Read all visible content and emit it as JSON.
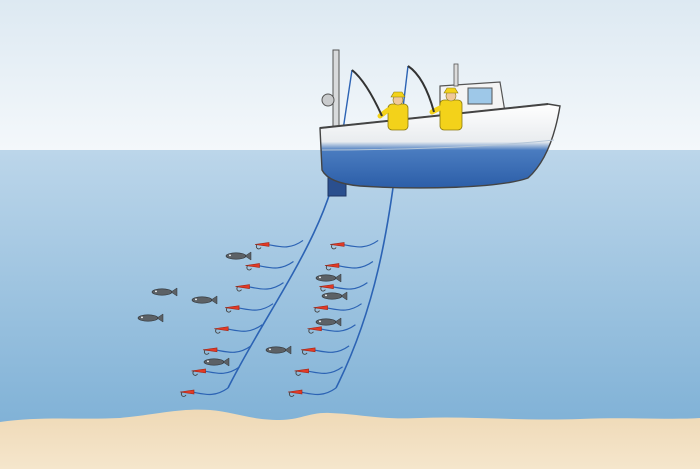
{
  "scene": {
    "subject": "handline-jigging-boat-illustration",
    "fishermen_count": 2,
    "fishing_lines_count": 2,
    "lures_per_line": 8,
    "fish_count": 9
  },
  "colors": {
    "sky_top": "#dde9f2",
    "sky_bottom": "#f4f8fb",
    "water_top": "#bcd6ea",
    "water_bottom": "#7fb1d6",
    "seabed": "#efd9b6",
    "hull_white": "#f2f2f2",
    "hull_blue": "#2c5ea8",
    "oilskin_yellow": "#f3d21a",
    "line_blue": "#2c63b4",
    "lure_red": "#e23a26",
    "fish_grey": "#5c6166"
  }
}
